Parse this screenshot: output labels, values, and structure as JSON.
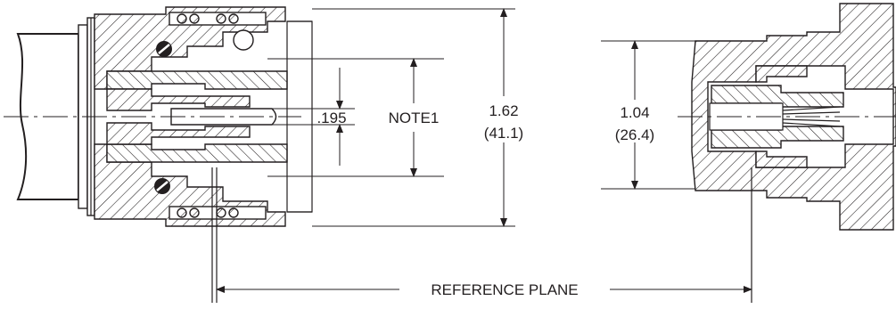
{
  "labels": {
    "dim_195": ".195",
    "note": "NOTE1",
    "dim_162_in": "1.62",
    "dim_162_mm": "(41.1)",
    "dim_104_in": "1.04",
    "dim_104_mm": "(26.4)",
    "reference_plane": "REFERENCE PLANE"
  },
  "colors": {
    "line": "#231f20",
    "background": "#ffffff"
  }
}
